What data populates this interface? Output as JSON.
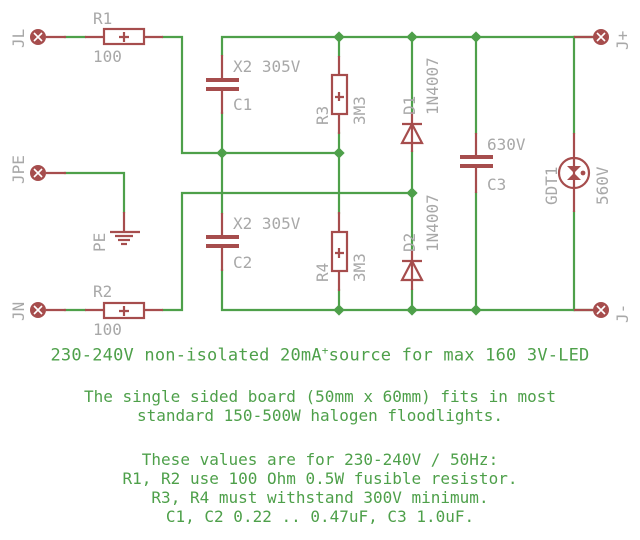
{
  "colors": {
    "wire": "#4ea04a",
    "symbol": "#a64d4d",
    "label": "#a8a8a8",
    "note_text": "#4ea04a",
    "background": "#ffffff"
  },
  "connectors": [
    {
      "name": "JL",
      "icon": "terminal-pad-icon"
    },
    {
      "name": "JPE",
      "icon": "terminal-pad-icon"
    },
    {
      "name": "JN",
      "icon": "terminal-pad-icon"
    },
    {
      "name": "J+",
      "icon": "terminal-pad-icon"
    },
    {
      "name": "J-",
      "icon": "terminal-pad-icon"
    }
  ],
  "components": {
    "R1": {
      "name": "R1",
      "value": "100",
      "type": "resistor"
    },
    "R2": {
      "name": "R2",
      "value": "100",
      "type": "resistor"
    },
    "R3": {
      "name": "R3",
      "value": "3M3",
      "type": "resistor"
    },
    "R4": {
      "name": "R4",
      "value": "3M3",
      "type": "resistor"
    },
    "C1": {
      "name": "C1",
      "value": "X2 305V",
      "type": "capacitor"
    },
    "C2": {
      "name": "C2",
      "value": "X2 305V",
      "type": "capacitor"
    },
    "C3": {
      "name": "C3",
      "value": "630V",
      "type": "capacitor"
    },
    "D1": {
      "name": "D1",
      "value": "1N4007",
      "type": "diode"
    },
    "D2": {
      "name": "D2",
      "value": "1N4007",
      "type": "diode"
    },
    "GDT1": {
      "name": "GDT1",
      "value": "560V",
      "type": "gas-discharge-tube"
    },
    "PE": {
      "name": "PE",
      "type": "ground"
    }
  },
  "notes": {
    "title_main": "230-240V non-isolated 20mA",
    "title_sup": "+",
    "title_rest": "source for max 160 3V-LED",
    "para1": [
      "The single sided board (50mm x 60mm) fits in most",
      "standard 150-500W halogen floodlights."
    ],
    "para2": [
      "These values are for 230-240V / 50Hz:",
      "R1, R2 use 100 Ohm 0.5W fusible resistor.",
      "R3, R4 must withstand 300V minimum.",
      "C1, C2 0.22 .. 0.47uF, C3 1.0uF."
    ]
  }
}
